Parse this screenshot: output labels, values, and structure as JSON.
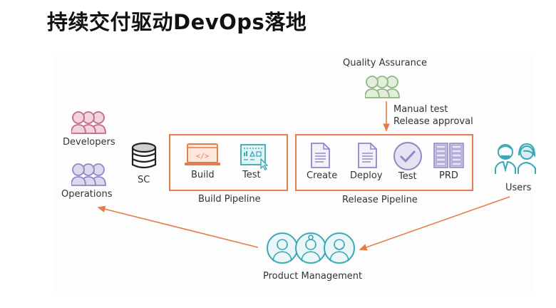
{
  "title": "持续交付驱动DevOps落地",
  "colors": {
    "accent_orange": "#e37d4b",
    "developers": "#c06a8a",
    "operations": "#8f87c4",
    "qa": "#8fb87f",
    "teal": "#3aa8b5",
    "release_icons": "#8f87c4",
    "text": "#333333"
  },
  "actors": {
    "developers": {
      "label": "Developers",
      "icon": "people-group-icon"
    },
    "operations": {
      "label": "Operations",
      "icon": "people-group-icon"
    },
    "qa": {
      "label": "Quality Assurance",
      "icon": "people-group-icon"
    },
    "users": {
      "label": "Users",
      "icon": "users-icon"
    },
    "product_management": {
      "label": "Product Management",
      "icon": "team-circles-icon"
    }
  },
  "source_control": {
    "label": "SC",
    "icon": "database-icon"
  },
  "qa_note": {
    "line1": "Manual test",
    "line2": "Release approval"
  },
  "build_pipeline": {
    "label": "Build Pipeline",
    "stages": [
      {
        "label": "Build",
        "icon": "laptop-code-icon"
      },
      {
        "label": "Test",
        "icon": "dashboard-cursor-icon"
      }
    ]
  },
  "release_pipeline": {
    "label": "Release Pipeline",
    "stages": [
      {
        "label": "Create",
        "icon": "document-icon"
      },
      {
        "label": "Deploy",
        "icon": "document-icon"
      },
      {
        "label": "Test",
        "icon": "check-circle-icon"
      },
      {
        "label": "PRD",
        "icon": "server-rack-icon"
      }
    ]
  }
}
